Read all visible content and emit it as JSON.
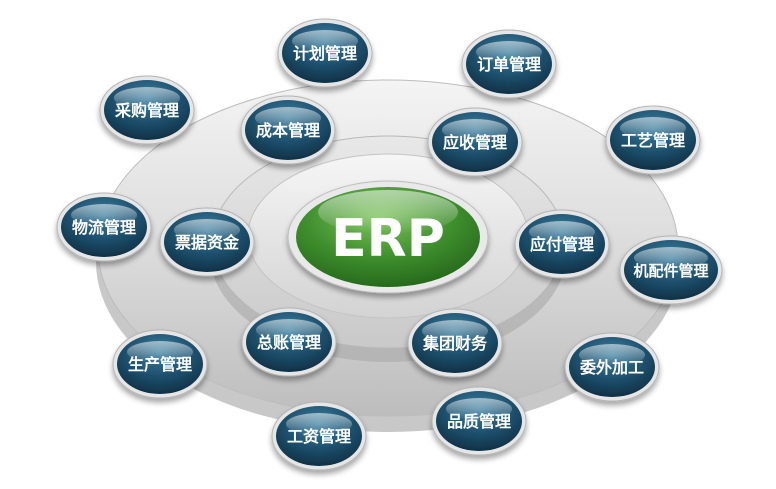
{
  "center": {
    "label": "ERP"
  },
  "nodes": [
    {
      "id": "plan",
      "label": "计划管理",
      "ring": "outer"
    },
    {
      "id": "order",
      "label": "订单管理",
      "ring": "outer"
    },
    {
      "id": "purchase",
      "label": "采购管理",
      "ring": "outer"
    },
    {
      "id": "process",
      "label": "工艺管理",
      "ring": "outer"
    },
    {
      "id": "logistics",
      "label": "物流管理",
      "ring": "outer"
    },
    {
      "id": "parts",
      "label": "机配件管理",
      "ring": "outer"
    },
    {
      "id": "production",
      "label": "生产管理",
      "ring": "outer"
    },
    {
      "id": "outsource",
      "label": "委外加工",
      "ring": "outer"
    },
    {
      "id": "payroll",
      "label": "工资管理",
      "ring": "outer"
    },
    {
      "id": "quality",
      "label": "品质管理",
      "ring": "outer"
    },
    {
      "id": "cost",
      "label": "成本管理",
      "ring": "inner"
    },
    {
      "id": "receivable",
      "label": "应收管理",
      "ring": "inner"
    },
    {
      "id": "bills",
      "label": "票据资金",
      "ring": "inner"
    },
    {
      "id": "payable",
      "label": "应付管理",
      "ring": "inner"
    },
    {
      "id": "ledger",
      "label": "总账管理",
      "ring": "inner"
    },
    {
      "id": "group",
      "label": "集团财务",
      "ring": "inner"
    }
  ]
}
